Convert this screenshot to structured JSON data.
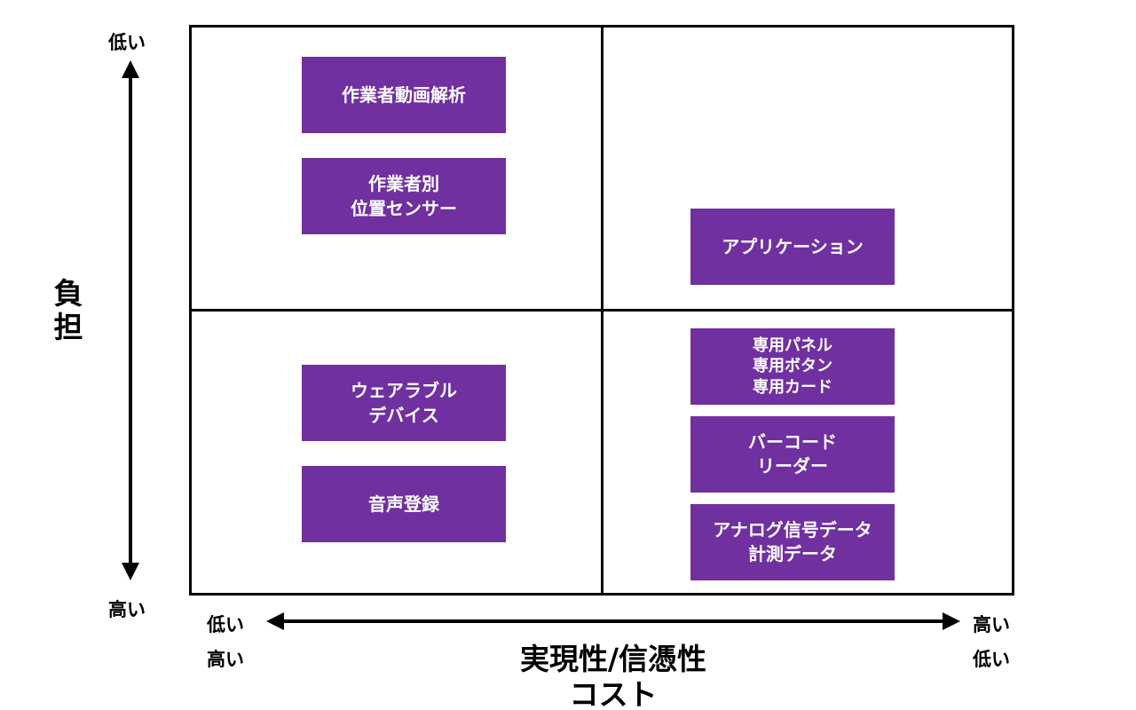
{
  "y_axis": {
    "title": "負\n担",
    "top_label": "低い",
    "bottom_label": "高い"
  },
  "x_axis": {
    "title_line1": "実現性/信憑性",
    "title_line2": "コスト",
    "left_label_1": "低い",
    "left_label_2": "高い",
    "right_label_1": "高い",
    "right_label_2": "低い"
  },
  "quadrants": {
    "top_left": [
      {
        "label": "作業者動画解析"
      },
      {
        "label": "作業者別\n位置センサー"
      }
    ],
    "top_right": [
      {
        "label": "アプリケーション"
      }
    ],
    "bottom_left": [
      {
        "label": "ウェアラブル\nデバイス"
      },
      {
        "label": "音声登録"
      }
    ],
    "bottom_right": [
      {
        "label": "専用パネル\n専用ボタン\n専用カード"
      },
      {
        "label": "バーコード\nリーダー"
      },
      {
        "label": "アナログ信号データ\n計測データ"
      }
    ]
  },
  "colors": {
    "box_fill": "#7030a0",
    "box_text": "#ffffff",
    "lines": "#000000"
  }
}
